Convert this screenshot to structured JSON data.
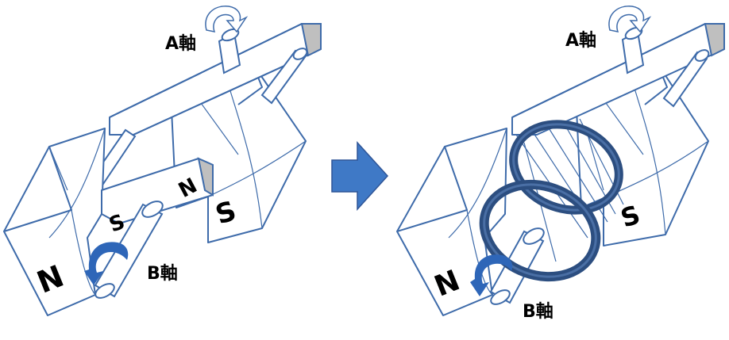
{
  "colors": {
    "outline": "#3E6BAA",
    "edge": "#2F5597",
    "rod_fill": "#FFFFFF",
    "end_face": "#BFBFBF",
    "arrow_fill": "#3F79C6",
    "rotation_arrow": "#2E66B8",
    "coil": "#2C4E80",
    "text": "#000000"
  },
  "labels": {
    "a_axis": "A軸",
    "b_axis": "B軸",
    "north": "N",
    "south": "S"
  },
  "icons": {
    "transition": "right-arrow-icon",
    "rotation": "curved-rotation-arrow-icon"
  }
}
